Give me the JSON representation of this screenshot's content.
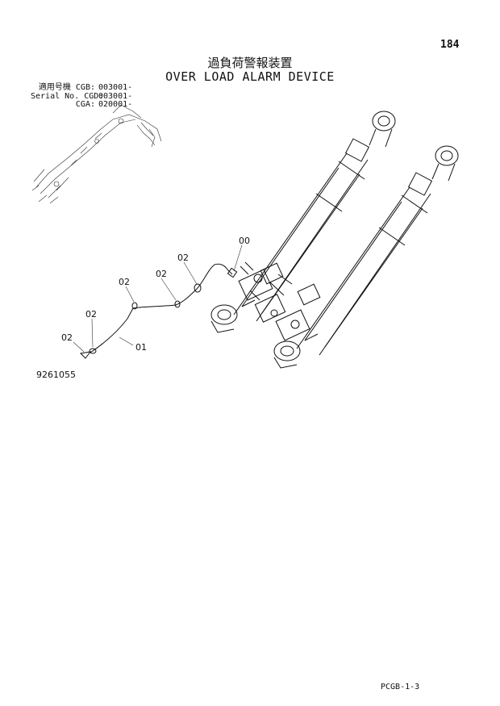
{
  "header": {
    "page_number": "184",
    "title_ja": "過負荷警報装置",
    "title_en": "OVER LOAD ALARM DEVICE"
  },
  "serial": {
    "rows": [
      {
        "label": "適用号機 CGB:",
        "value": "003001-"
      },
      {
        "label": "Serial No. CGD:",
        "value": "003001-"
      },
      {
        "label": "CGA:",
        "value": "020001-"
      }
    ]
  },
  "callouts": {
    "c00": "00",
    "c01": "01",
    "c02a": "02",
    "c02b": "02",
    "c02c": "02",
    "c02d": "02",
    "c02e": "02"
  },
  "figure_number": "9261055",
  "footer_code": "PCGB-1-3"
}
